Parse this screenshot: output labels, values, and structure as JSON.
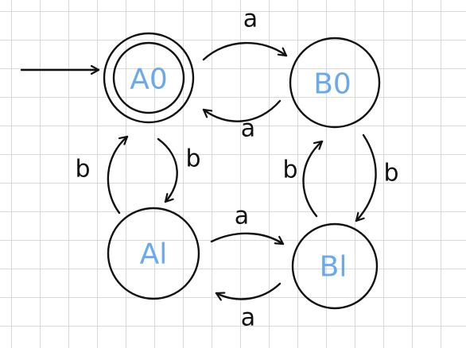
{
  "diagram": {
    "states": {
      "A0": "A0",
      "B0": "B0",
      "A1": "Al",
      "B1": "Bl"
    },
    "start_state": "A0",
    "accepting_states": [
      "A0"
    ],
    "transitions": {
      "a0_to_b0": "a",
      "b0_to_a0": "a",
      "a0_to_a1": "b",
      "a1_to_a0": "b",
      "b0_to_b1": "b",
      "b1_to_b0": "b",
      "a1_to_b1": "a",
      "b1_to_a1": "a"
    },
    "colors": {
      "ink": "#111111",
      "state_label": "#6aa9ea",
      "grid": "#d9d9d9"
    }
  }
}
